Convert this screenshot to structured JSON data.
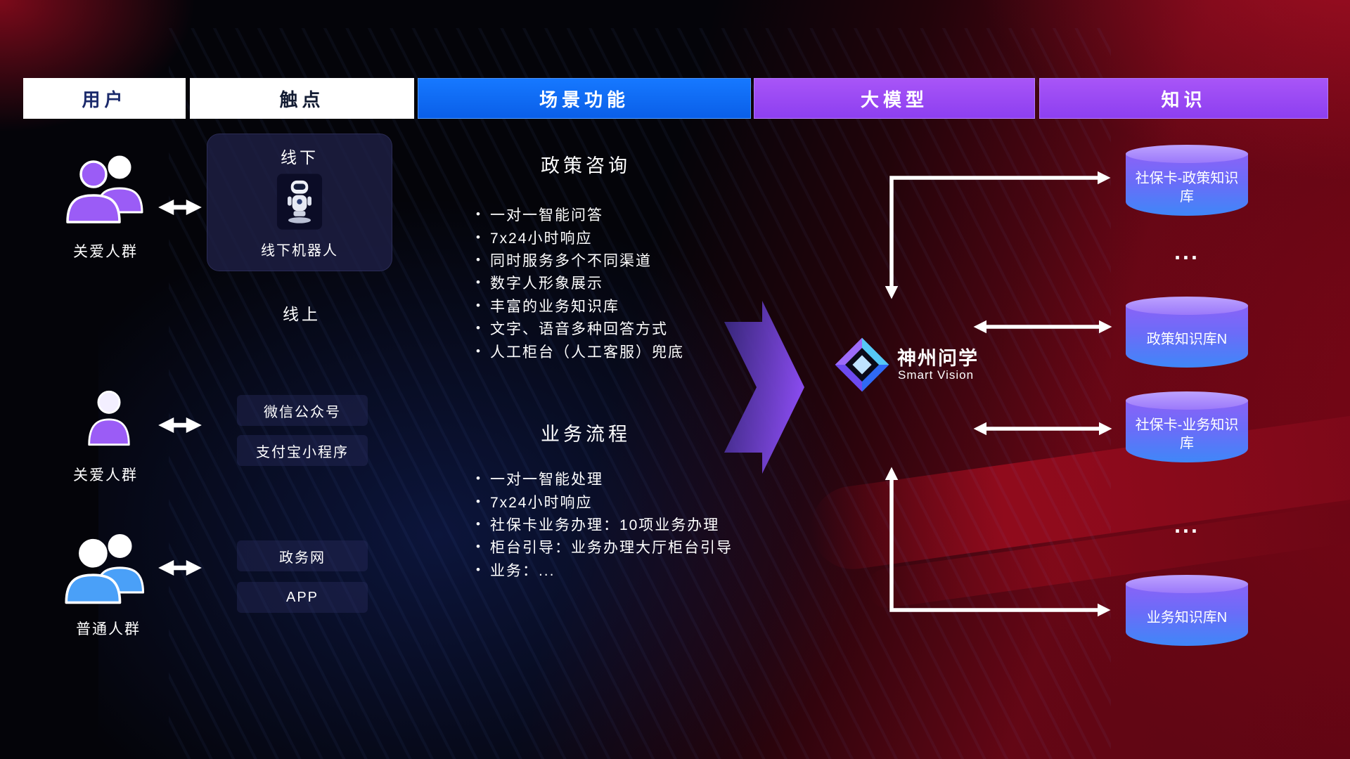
{
  "headers": [
    {
      "label": "用户"
    },
    {
      "label": "触点"
    },
    {
      "label": "场景功能"
    },
    {
      "label": "大模型"
    },
    {
      "label": "知识"
    }
  ],
  "users": [
    {
      "label": "关爱人群",
      "icon": "group-icon"
    },
    {
      "label": "关爱人群",
      "icon": "person-icon"
    },
    {
      "label": "普通人群",
      "icon": "group-icon"
    }
  ],
  "touchpoints": {
    "offline_card": {
      "title": "线下",
      "caption": "线下机器人",
      "icon": "robot-icon"
    },
    "online_label": "线上",
    "channels": [
      "微信公众号",
      "支付宝小程序",
      "政务网",
      "APP"
    ]
  },
  "scenes": [
    {
      "title": "政策咨询",
      "items": [
        "一对一智能问答",
        "7x24小时响应",
        "同时服务多个不同渠道",
        "数字人形象展示",
        "丰富的业务知识库",
        "文字、语音多种回答方式",
        "人工柜台（人工客服）兜底"
      ]
    },
    {
      "title": "业务流程",
      "items": [
        "一对一智能处理",
        "7x24小时响应",
        "社保卡业务办理：10项业务办理",
        "柜台引导：业务办理大厅柜台引导",
        "业务：..."
      ]
    }
  ],
  "model": {
    "name": "神州问学",
    "subtitle": "Smart Vision",
    "icon": "diamond-logo-icon"
  },
  "knowledge": {
    "databases": [
      "社保卡-政策知识库",
      "政策知识库N",
      "社保卡-业务知识库",
      "业务知识库N"
    ],
    "ellipsis": "..."
  },
  "icons": {
    "care_group": "group-icon",
    "single_user": "person-icon",
    "general_group": "group-icon",
    "offline_robot": "robot-icon",
    "model_logo": "diamond-logo-icon",
    "link": "double-arrow-icon",
    "flow": "big-right-arrow-icon"
  },
  "colors": {
    "header_blue": "#0b6cf4",
    "header_purple": "#9b4af0",
    "user_purple": "#9b5cf6",
    "user_blue": "#4aa0f8",
    "cylinder_top": "#ab8bfc",
    "cylinder_body_top": "#8a63f7",
    "cylinder_body_bottom": "#3f87f8",
    "flow_arrow_purple": "#8b4df5",
    "arrow_white": "#ffffff",
    "bg_red": "#8a0f1f"
  }
}
